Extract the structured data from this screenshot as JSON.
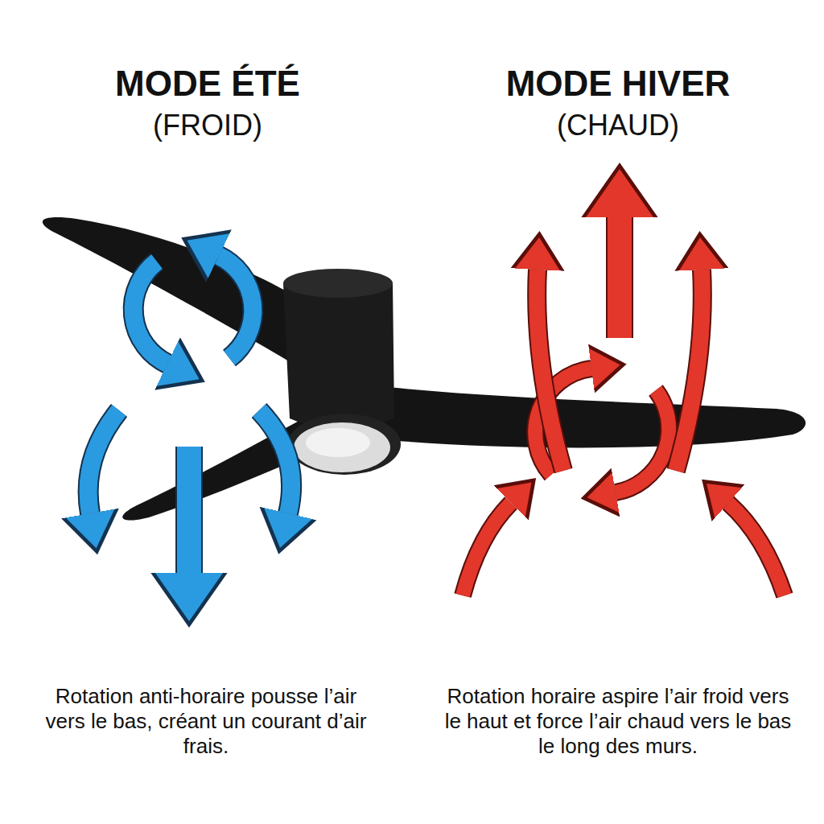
{
  "diagram": {
    "labels": [
      "MODE ÉTÉ",
      "(FROID)",
      "MODE HIVER",
      "(CHAUD)",
      "Rotation anti-horaire pousse l’air vers le bas, créant un courant d’air frais.",
      "Rotation horaire aspire l’air froid vers le haut et force l’air chaud vers le bas le long des murs."
    ]
  }
}
